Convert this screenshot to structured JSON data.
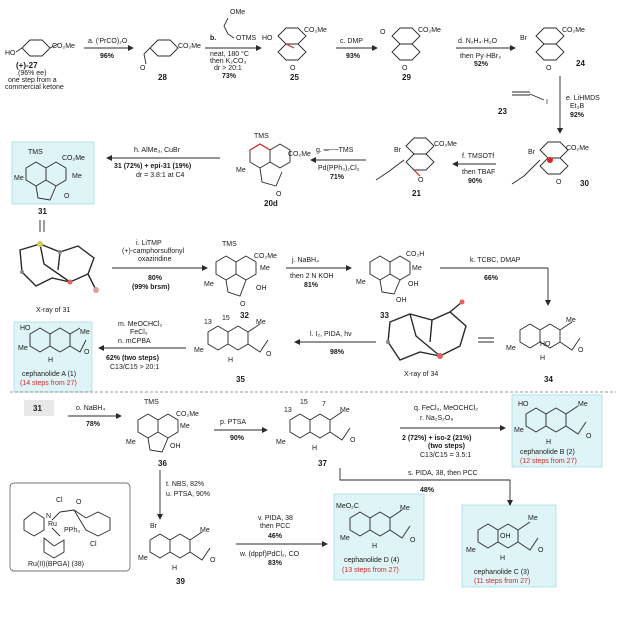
{
  "compounds": {
    "c27": {
      "label": "(+)-27",
      "ee": "(96% ee)",
      "note1": "one step from a",
      "note2": "commercial ketone"
    },
    "c28": "28",
    "c25": "25",
    "c29": "29",
    "c24": "24",
    "c23": "23",
    "c30": "30",
    "c21": "21",
    "c20d": "20d",
    "c31": "31",
    "c32": "32",
    "c33": "33",
    "c34": "34",
    "c35": "35",
    "c36": "36",
    "c37": "37",
    "c39": "39",
    "ru_label": "Ru(II)(BPGA) (38)",
    "xray31": "X-ray of 31",
    "xray34": "X-ray of 34"
  },
  "steps": {
    "a": {
      "reagent": "a. (ⁱPrCO)₂O",
      "yield": "96%"
    },
    "b": {
      "reagent": "b.",
      "cond1": "neat, 180 °C",
      "cond2": "then K₂CO₃",
      "cond3": "dr > 20:1",
      "yield": "73%",
      "diene": "OMe",
      "tms": "OTMS"
    },
    "c": {
      "reagent": "c. DMP",
      "yield": "93%"
    },
    "d": {
      "reagent": "d. N₂H₄·H₂O",
      "cond": "then Py·HBr₃",
      "yield": "52%"
    },
    "e": {
      "reagent": "e. LiHMDS",
      "cond": "Et₃B",
      "yield": "92%"
    },
    "f": {
      "reagent": "f. TMSOTf",
      "cond": "then TBAF",
      "yield": "90%"
    },
    "g": {
      "reagent": "g. ═──TMS",
      "cond": "Pd(PPh₃)₂Cl₂",
      "yield": "71%"
    },
    "h": {
      "reagent": "h. AlMe₃, CuBr",
      "result": "31 (72%) + epi-31 (19%)",
      "dr": "dr = 3.8:1 at C4"
    },
    "i": {
      "reagent": "i. LiTMP",
      "cond1": "(+)-camphorsulfonyl",
      "cond2": "oxaziridine",
      "yield": "80%",
      "brsm": "(99% brsm)"
    },
    "j": {
      "reagent": "j. NaBH₄",
      "cond": "then 2 N KOH",
      "yield": "81%"
    },
    "k": {
      "reagent": "k. TCBC, DMAP",
      "yield": "66%"
    },
    "l": {
      "reagent": "l. I₂, PIDA, hν",
      "yield": "98%"
    },
    "m": {
      "reagent": "m. MeOCHCl₂",
      "cond": "FeCl₃"
    },
    "n": {
      "reagent": "n. mCPBA",
      "yield": "62% (two steps)",
      "ratio": "C13/C15 > 20:1"
    },
    "o": {
      "reagent": "o. NaBH₄",
      "yield": "78%"
    },
    "p": {
      "reagent": "p. PTSA",
      "yield": "90%"
    },
    "q": {
      "reagent": "q. FeCl₃, MeOCHCl₂",
      "r": "r. Na₂S₂O₈",
      "result": "2 (72%) + iso-2 (21%)",
      "two": "(two steps)",
      "ratio": "C13/C15 = 3.5:1"
    },
    "s": {
      "reagent": "s. PIDA, 38, then PCC",
      "yield": "48%"
    },
    "t": {
      "reagent": "t. NBS, 82%",
      "u": "u. PTSA, 90%"
    },
    "v": {
      "reagent": "v. PIDA, 38",
      "cond": "then PCC",
      "yield": "46%"
    },
    "w": {
      "reagent": "w. (dppf)PdCl₂, CO",
      "yield": "83%"
    }
  },
  "products": {
    "A": {
      "name": "cephanolide A (1)",
      "steps": "(14 steps from 27)"
    },
    "B": {
      "name": "cephanolide B (2)",
      "steps": "(12 steps from 27)"
    },
    "C": {
      "name": "cephanolide C (3)",
      "steps": "(11 steps from 27)"
    },
    "D": {
      "name": "cephanolide D (4)",
      "steps": "(13 steps from 27)"
    }
  },
  "atoms": {
    "HO": "HO",
    "CO2Me": "CO₂Me",
    "O": "O",
    "Br": "Br",
    "TMS": "TMS",
    "Me": "Me",
    "OH": "OH",
    "CO2H": "CO₂H",
    "H": "H",
    "MeO2C": "MeO₂C",
    "c13": "13",
    "c15": "15",
    "c7": "7",
    "Cl": "Cl",
    "PPh3": "PPh₃",
    "Ru": "Ru",
    "N": "N"
  },
  "colors": {
    "highlight": "#dff4f6",
    "accent": "#d22a2a",
    "ink": "#1a1a1a"
  }
}
